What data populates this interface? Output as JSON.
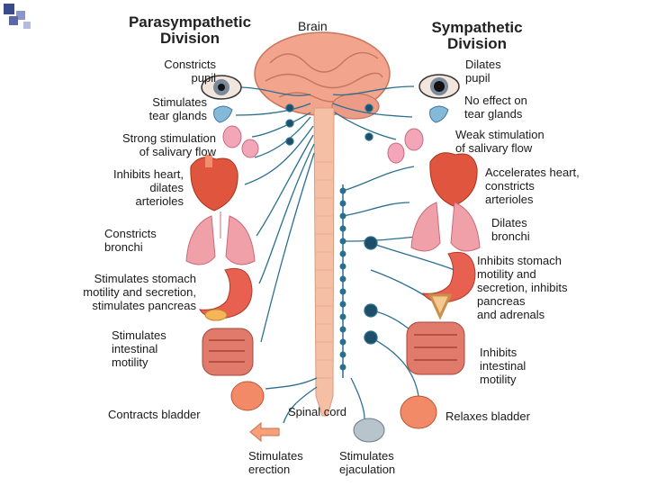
{
  "titles": {
    "parasympathetic": "Parasympathetic\nDivision",
    "brain": "Brain",
    "sympathetic": "Sympathetic\nDivision",
    "spinal_cord": "Spinal cord"
  },
  "parasympathetic": {
    "pupil": "Constricts\npupil",
    "tear": "Stimulates\ntear glands",
    "saliva": "Strong stimulation\nof salivary flow",
    "heart": "Inhibits heart,\ndilates\narterioles",
    "bronchi": "Constricts\nbronchi",
    "stomach": "Stimulates stomach\nmotility and secretion,\nstimulates pancreas",
    "intestine": "Stimulates\nintestinal\nmotility",
    "bladder": "Contracts bladder",
    "erection": "Stimulates\nerection"
  },
  "sympathetic": {
    "pupil": "Dilates\npupil",
    "tear": "No effect on\ntear glands",
    "saliva": "Weak stimulation\nof salivary flow",
    "heart": "Accelerates heart,\nconstricts\narterioles",
    "bronchi": "Dilates\nbronchi",
    "stomach": "Inhibits stomach\nmotility and\nsecretion, inhibits\npancreas\nand adrenals",
    "intestine": "Inhibits\nintestinal\nmotility",
    "bladder": "Relaxes bladder",
    "ejaculation": "Stimulates\nejaculation"
  },
  "colors": {
    "nerve": "#2b6f8f",
    "ganglion": "#1d4e6a",
    "organ_red": "#e0553d",
    "brain": "#f2a48c",
    "spinal": "#f5bfa5",
    "lung": "#f0a0a8",
    "gland_blue": "#86b8d8"
  }
}
